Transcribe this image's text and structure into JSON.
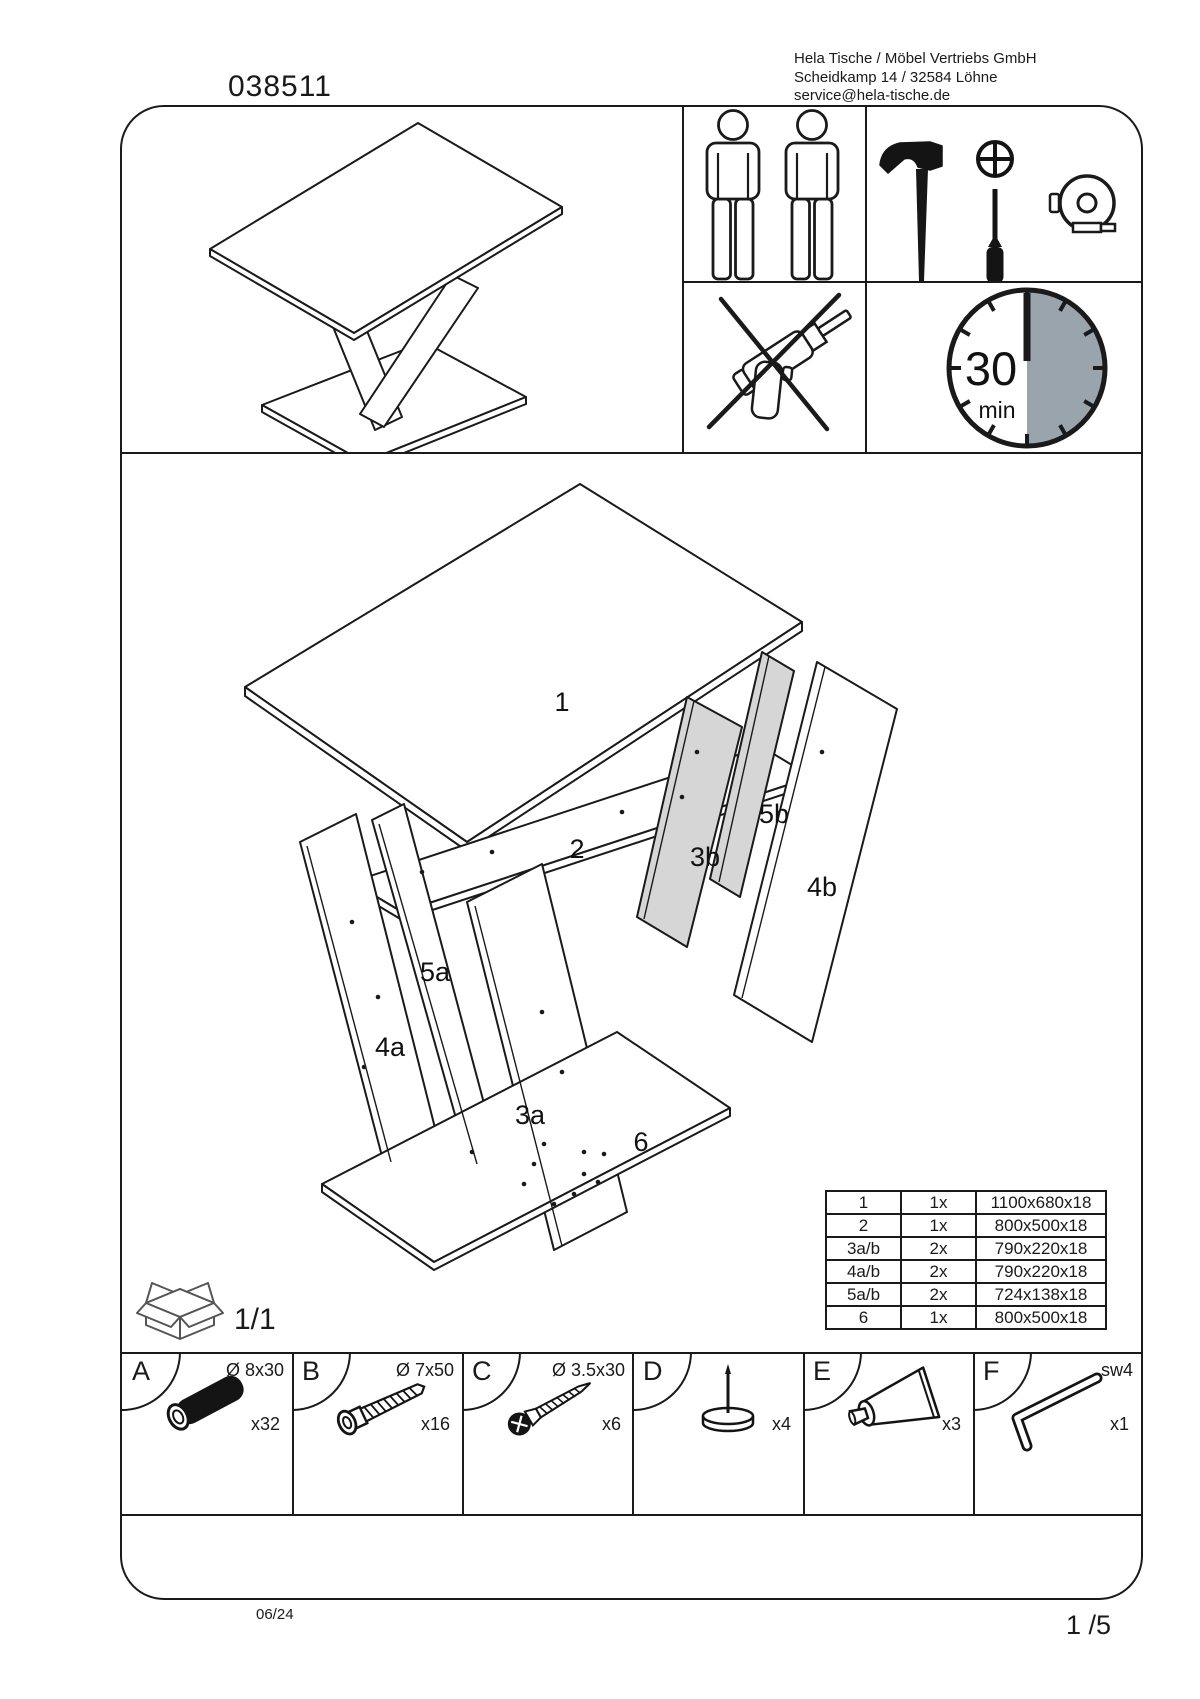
{
  "header": {
    "model_number": "038511",
    "company": {
      "line1": "Hela Tische / Möbel Vertriebs GmbH",
      "line2": "Scheidkamp 14 / 32584 Löhne",
      "line3": "service@hela-tische.de"
    }
  },
  "info_panel": {
    "people_required": "2",
    "tools": [
      "hammer",
      "phillips-screwdriver",
      "tape-measure"
    ],
    "no_power_drill": "true",
    "time_value": "30",
    "time_unit": "min"
  },
  "diagram": {
    "part_labels": {
      "p1": "1",
      "p2": "2",
      "p3a": "3a",
      "p3b": "3b",
      "p4a": "4a",
      "p4b": "4b",
      "p5a": "5a",
      "p5b": "5b",
      "p6": "6"
    },
    "package_label": "1/1"
  },
  "parts_table": {
    "rows": [
      {
        "id": "1",
        "qty": "1x",
        "dims": "1100x680x18"
      },
      {
        "id": "2",
        "qty": "1x",
        "dims": "800x500x18"
      },
      {
        "id": "3a/b",
        "qty": "2x",
        "dims": "790x220x18"
      },
      {
        "id": "4a/b",
        "qty": "2x",
        "dims": "790x220x18"
      },
      {
        "id": "5a/b",
        "qty": "2x",
        "dims": "724x138x18"
      },
      {
        "id": "6",
        "qty": "1x",
        "dims": "800x500x18"
      }
    ]
  },
  "hardware": {
    "items": [
      {
        "letter": "A",
        "spec": "Ø 8x30",
        "qty": "x32",
        "icon": "dowel-icon"
      },
      {
        "letter": "B",
        "spec": "Ø 7x50",
        "qty": "x16",
        "icon": "confirmat-screw-icon"
      },
      {
        "letter": "C",
        "spec": "Ø 3.5x30",
        "qty": "x6",
        "icon": "wood-screw-icon"
      },
      {
        "letter": "D",
        "spec": "",
        "qty": "x4",
        "icon": "nail-glide-icon"
      },
      {
        "letter": "E",
        "spec": "",
        "qty": "x3",
        "icon": "glue-tube-icon"
      },
      {
        "letter": "F",
        "spec": "sw4",
        "qty": "x1",
        "icon": "allen-key-icon"
      }
    ]
  },
  "footer": {
    "date_code": "06/24",
    "page_indicator": "1 /5"
  },
  "colors": {
    "line": "#1a1a1a",
    "panel_gray": "#d6d6d6",
    "clock_gray": "#9aa4ac"
  }
}
